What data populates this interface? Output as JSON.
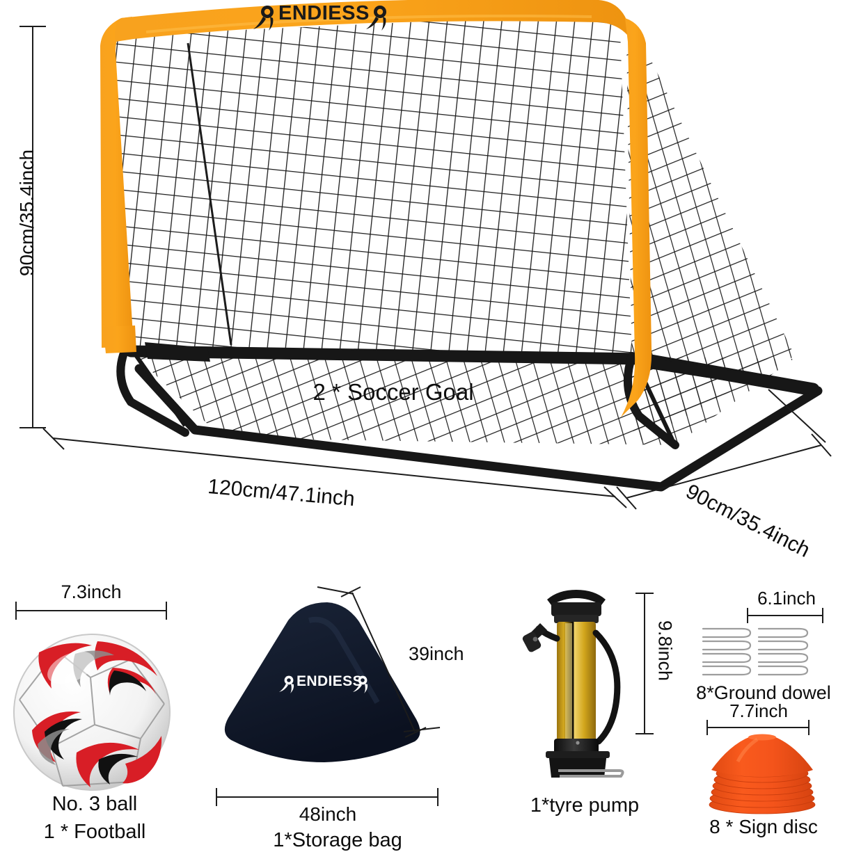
{
  "brand": "ENDIESS",
  "colors": {
    "goal_frame_orange": "#F9A01B",
    "goal_base_black": "#1A1A1A",
    "net_black": "#1C1C1C",
    "bag_navy": "#121A2B",
    "pump_gold": "#D6A81E",
    "disc_orange": "#F4551C",
    "dimension_line": "#1C1C1C",
    "text": "#0D0D0D",
    "background": "#FFFFFF"
  },
  "goal": {
    "brand_label": "ENDIESS",
    "center_label": "2 * Soccer Goal",
    "height_dim": "90cm/35.4inch",
    "width_dim": "120cm/47.1inch",
    "depth_dim": "90cm/35.4inch"
  },
  "accessories": [
    {
      "id": "football",
      "dimension": "7.3inch",
      "caption_1": "No. 3 ball",
      "caption_2": "1 * Football"
    },
    {
      "id": "storage-bag",
      "brand_label": "ENDIESS",
      "dimension_diagonal": "39inch",
      "dimension_bottom": "48inch",
      "caption": "1*Storage bag"
    },
    {
      "id": "tyre-pump",
      "dimension": "9.8inch",
      "caption": "1*tyre pump"
    },
    {
      "id": "ground-dowel",
      "dimension": "6.1inch",
      "caption": "8*Ground dowel"
    },
    {
      "id": "sign-disc",
      "dimension": "7.7inch",
      "caption": "8 * Sign disc"
    }
  ]
}
